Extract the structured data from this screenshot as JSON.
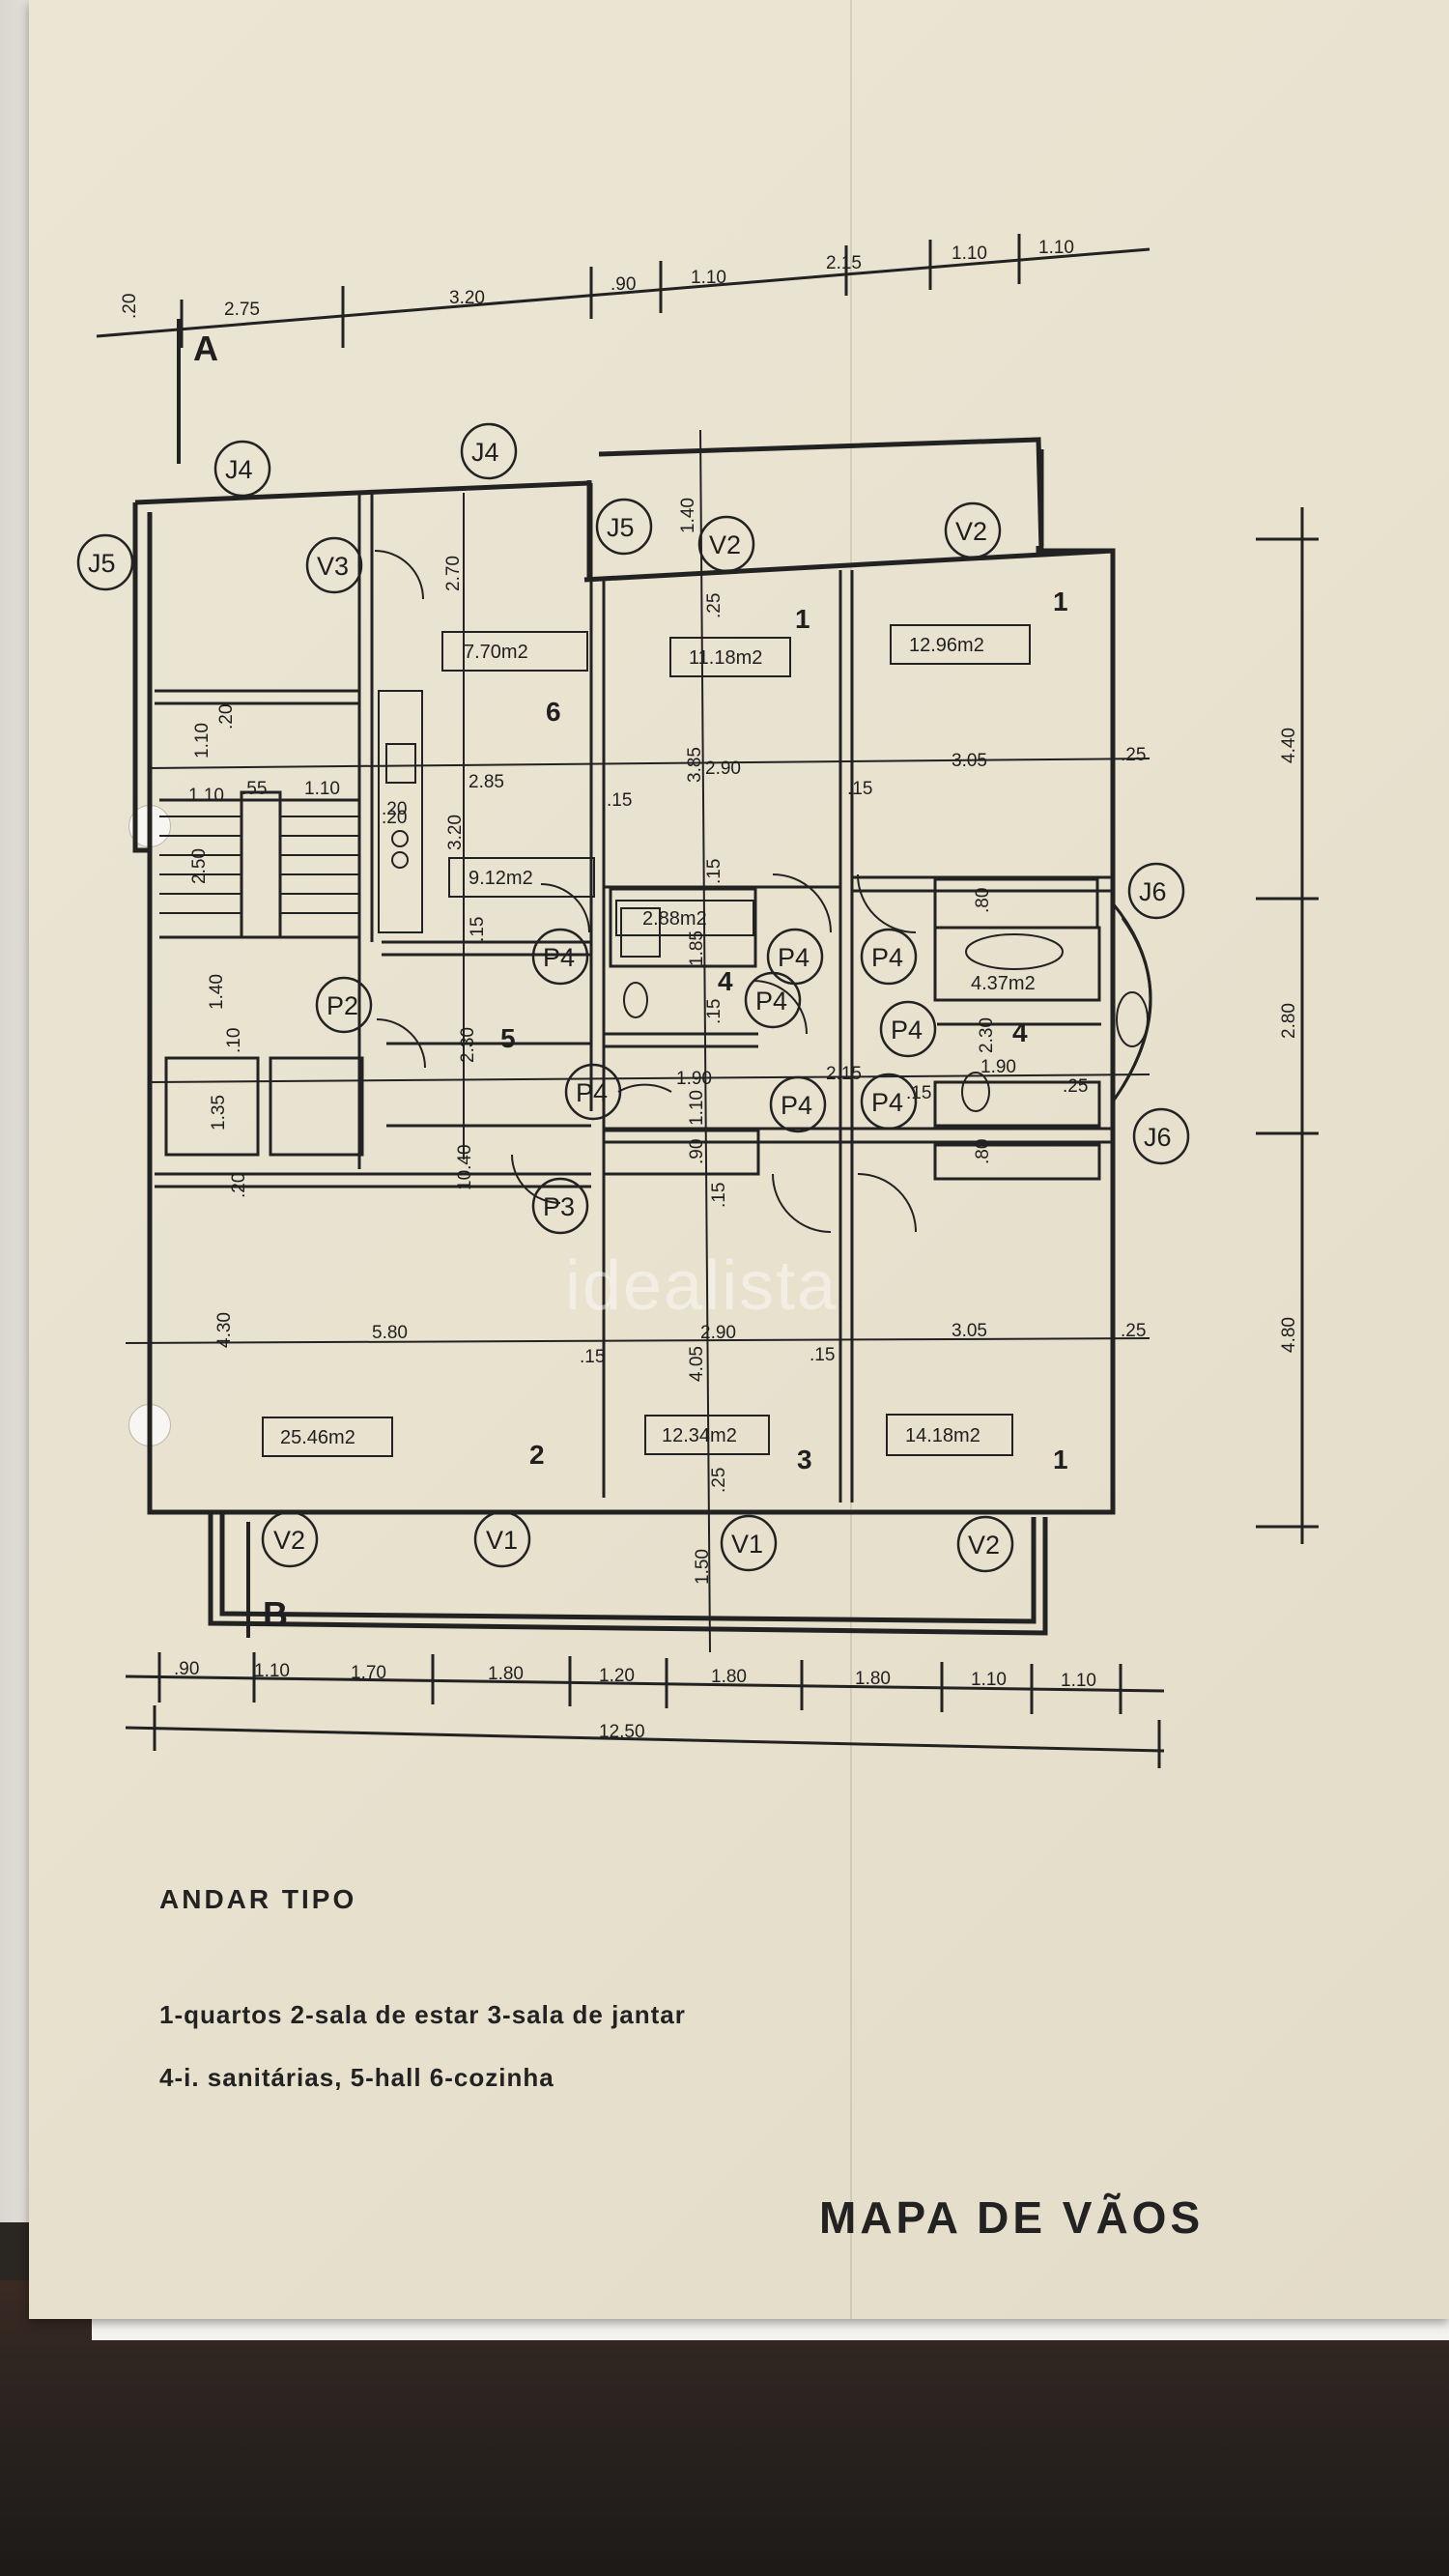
{
  "plan": {
    "axis_labels": [
      "A",
      "B"
    ],
    "top_dimensions": [
      ".20",
      "2.75",
      "3.20",
      ".90",
      "1.10",
      "2.15",
      "1.10",
      "1.10"
    ],
    "bottom_dimensions": [
      ".90",
      "1.10",
      "1.70",
      "1.80",
      "1.20",
      "1.80",
      "1.80",
      "1.10",
      "1.10"
    ],
    "total_width": "12.50",
    "right_dimensions": [
      "4.40",
      "2.80",
      "4.80"
    ],
    "rooms": [
      {
        "area": "7.70m2",
        "number": "6"
      },
      {
        "area": "11.18m2",
        "number": "1"
      },
      {
        "area": "12.96m2",
        "number": "1"
      },
      {
        "area": "9.12m2"
      },
      {
        "area": "2.88m2",
        "number": "4"
      },
      {
        "area": "4.37m2",
        "number": "4"
      },
      {
        "number": "5"
      },
      {
        "area": "25.46m2",
        "number": "2"
      },
      {
        "area": "12.34m2",
        "number": "3"
      },
      {
        "area": "14.18m2",
        "number": "1"
      }
    ],
    "openings": {
      "J4": "J4",
      "J5": "J5",
      "J6": "J6",
      "V1": "V1",
      "V2": "V2",
      "V3": "V3",
      "P2": "P2",
      "P3": "P3",
      "P4": "P4"
    },
    "inner_dimensions": {
      "d270": "2.70",
      "d140a": "1.40",
      "d25a": ".25",
      "d20a": ".20",
      "d110a": "1.10",
      "d110b": "1.10",
      "d55": ".55",
      "d110c": "1.10",
      "d20b": ".20",
      "d285": "2.85",
      "d385": "3.85",
      "d290a": "2.90",
      "d305a": "3.05",
      "d25b": ".25",
      "d15a": ".15",
      "d15b": ".15",
      "d20c": ".20",
      "d320": "3.20",
      "d15c": ".15",
      "d15d": ".15",
      "d80a": ".80",
      "d250": "2.50",
      "d140b": "1.40",
      "d10a": ".10",
      "d230a": "2.30",
      "d135": "1.35",
      "d185": "1.85",
      "d15e": ".15",
      "d230b": "2.30",
      "d190a": "1.90",
      "d110d": "1.10",
      "d215": "2.15",
      "d15f": ".15",
      "d190b": "1.90",
      "d25c": ".25",
      "d20d": ".20",
      "d1040": "10.40",
      "d90": ".90",
      "d15g": ".15",
      "d80b": ".80",
      "d430": "4.30",
      "d580": "5.80",
      "d15h": ".15",
      "d290b": "2.90",
      "d15i": ".15",
      "d305b": "3.05",
      "d25d": ".25",
      "d405": "4.05",
      "d25e": ".25",
      "d150": "1.50"
    }
  },
  "legend": {
    "title": "ANDAR TIPO",
    "line1": "1-quartos  2-sala de estar  3-sala de jantar",
    "line2": "4-i. sanitárias,  5-hall  6-cozinha"
  },
  "sheet_title": "MAPA DE VÃOS",
  "watermark": "idealista"
}
